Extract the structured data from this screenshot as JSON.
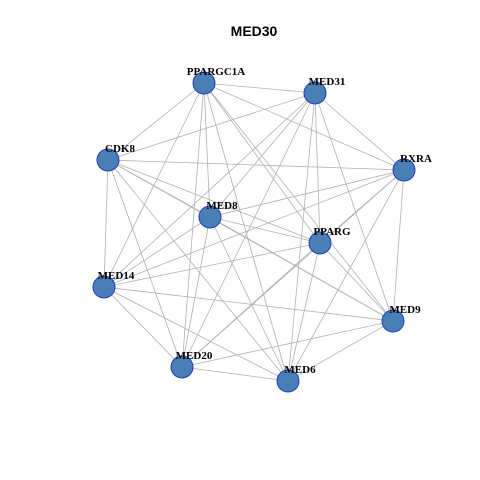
{
  "title": "MED30",
  "colors": {
    "node_fill": "#4a7fb5",
    "node_stroke": "#1c3fbf",
    "edge": "#b0b0b0",
    "background": "#ffffff"
  },
  "nodes": [
    {
      "id": "PPARGC1A",
      "label": "PPARGC1A"
    },
    {
      "id": "MED31",
      "label": "MED31"
    },
    {
      "id": "CDK8",
      "label": "CDK8"
    },
    {
      "id": "RXRA",
      "label": "RXRA"
    },
    {
      "id": "MED8",
      "label": "MED8"
    },
    {
      "id": "PPARG",
      "label": "PPARG"
    },
    {
      "id": "MED14",
      "label": "MED14"
    },
    {
      "id": "MED9",
      "label": "MED9"
    },
    {
      "id": "MED20",
      "label": "MED20"
    },
    {
      "id": "MED6",
      "label": "MED6"
    }
  ],
  "edges": [
    [
      "PPARGC1A",
      "MED31"
    ],
    [
      "PPARGC1A",
      "CDK8"
    ],
    [
      "PPARGC1A",
      "RXRA"
    ],
    [
      "PPARGC1A",
      "MED8"
    ],
    [
      "PPARGC1A",
      "PPARG"
    ],
    [
      "PPARGC1A",
      "MED14"
    ],
    [
      "PPARGC1A",
      "MED9"
    ],
    [
      "PPARGC1A",
      "MED20"
    ],
    [
      "PPARGC1A",
      "MED6"
    ],
    [
      "MED31",
      "CDK8"
    ],
    [
      "MED31",
      "RXRA"
    ],
    [
      "MED31",
      "MED8"
    ],
    [
      "MED31",
      "PPARG"
    ],
    [
      "MED31",
      "MED14"
    ],
    [
      "MED31",
      "MED9"
    ],
    [
      "MED31",
      "MED20"
    ],
    [
      "MED31",
      "MED6"
    ],
    [
      "CDK8",
      "RXRA"
    ],
    [
      "CDK8",
      "MED8"
    ],
    [
      "CDK8",
      "PPARG"
    ],
    [
      "CDK8",
      "MED14"
    ],
    [
      "CDK8",
      "MED9"
    ],
    [
      "CDK8",
      "MED20"
    ],
    [
      "CDK8",
      "MED6"
    ],
    [
      "RXRA",
      "MED8"
    ],
    [
      "RXRA",
      "PPARG"
    ],
    [
      "RXRA",
      "MED14"
    ],
    [
      "RXRA",
      "MED9"
    ],
    [
      "RXRA",
      "MED20"
    ],
    [
      "RXRA",
      "MED6"
    ],
    [
      "MED8",
      "PPARG"
    ],
    [
      "MED8",
      "MED14"
    ],
    [
      "MED8",
      "MED9"
    ],
    [
      "MED8",
      "MED20"
    ],
    [
      "MED8",
      "MED6"
    ],
    [
      "PPARG",
      "MED14"
    ],
    [
      "PPARG",
      "MED9"
    ],
    [
      "PPARG",
      "MED20"
    ],
    [
      "PPARG",
      "MED6"
    ],
    [
      "MED14",
      "MED9"
    ],
    [
      "MED14",
      "MED20"
    ],
    [
      "MED14",
      "MED6"
    ],
    [
      "MED9",
      "MED20"
    ],
    [
      "MED9",
      "MED6"
    ],
    [
      "MED20",
      "MED6"
    ]
  ]
}
